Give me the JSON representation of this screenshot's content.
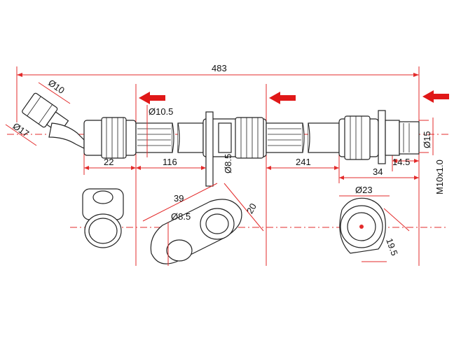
{
  "dimensions": {
    "overall_length": "483",
    "end_nut_diameter": "Ø10",
    "end_flare_diameter": "Ø17",
    "end_length": "22",
    "hose_diameter": "Ø10.5",
    "hose_section_1": "116",
    "bracket_hole": "Ø8.5",
    "hose_section_2": "241",
    "fitting_length": "34",
    "fitting_thread_length": "14.5",
    "fitting_diameter": "Ø15",
    "thread_spec": "M10x1.0",
    "bracket_length": "39",
    "bracket_width": "20",
    "bracket_hole_detail": "Ø8.5",
    "banjo_diameter": "Ø23",
    "banjo_height": "19.5"
  },
  "colors": {
    "dimension_lines": "#e32b2b",
    "arrows": "#e01818",
    "outline": "#222222"
  },
  "icons": [
    "arrow-left-icon",
    "arrow-left-icon",
    "arrow-left-icon"
  ]
}
